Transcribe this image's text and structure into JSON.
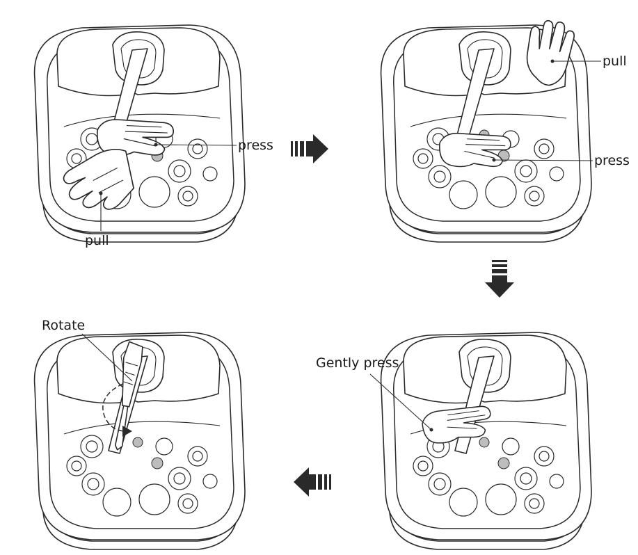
{
  "steps": [
    {
      "labels": [
        "press",
        "pull"
      ]
    },
    {
      "labels": [
        "pull",
        "press"
      ]
    },
    {
      "labels": [
        "Gently press"
      ]
    },
    {
      "labels": [
        "Rotate"
      ]
    }
  ]
}
